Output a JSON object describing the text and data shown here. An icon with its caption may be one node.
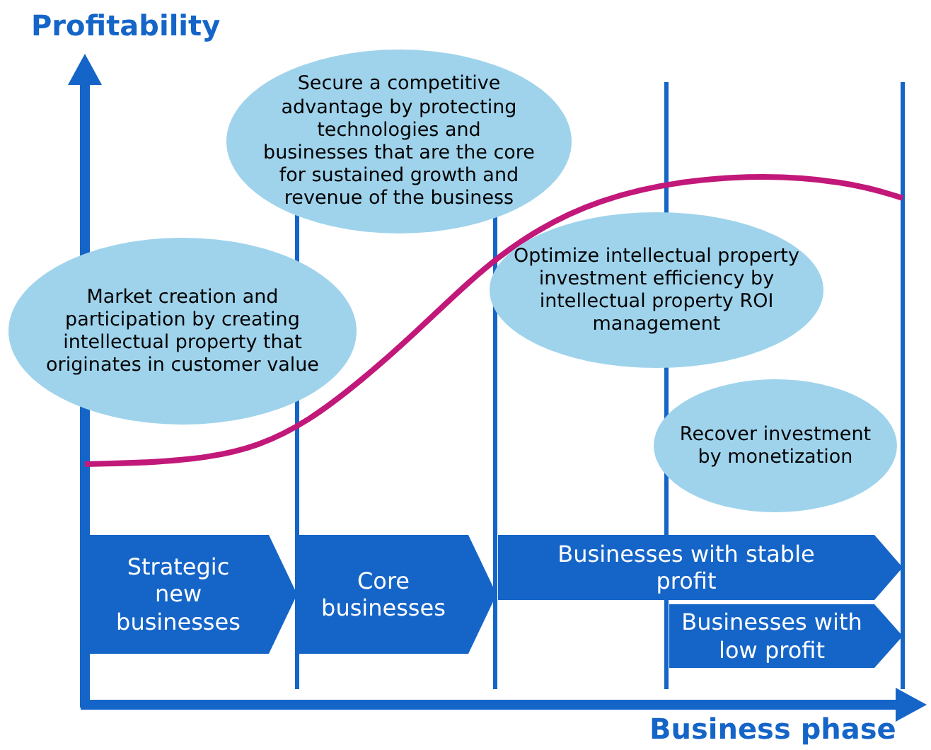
{
  "diagram": {
    "nodes": [
      {
        "text": [
          "Secure a competitive advantage by protecting technologies and businesses that are the core for sustained growth and revenue of the business"
        ]
      },
      {
        "text": [
          "Market creation and participation by creating intellectual property that originates in customer value"
        ]
      },
      {
        "text": [
          "Optimize intellectual property investment efficiency by intellectual property ROI management"
        ]
      },
      {
        "text": [
          "Recover investment by monetization"
        ]
      },
      {
        "text": [
          "Strategic new businesses"
        ]
      },
      {
        "text": [
          "Core businesses"
        ]
      },
      {
        "text": [
          "Businesses with stable profit"
        ]
      },
      {
        "text": [
          "Businesses with low profit"
        ]
      }
    ],
    "labels": [
      "Profitability",
      "Business phase"
    ]
  }
}
